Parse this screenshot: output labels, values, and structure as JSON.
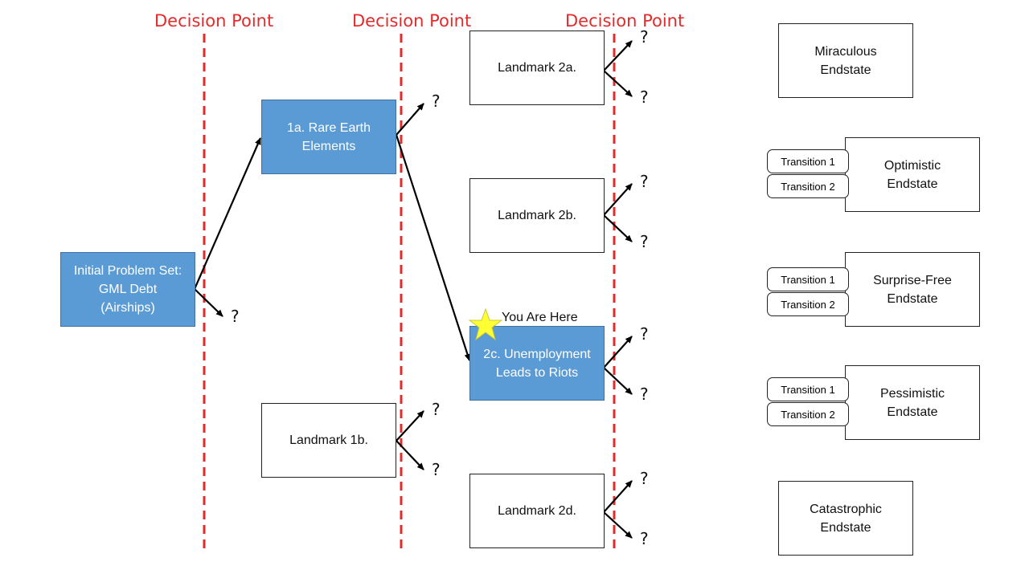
{
  "decision_points": [
    "Decision Point",
    "Decision Point",
    "Decision Point"
  ],
  "nodes": {
    "initial": "Initial Problem Set:\nGML Debt\n(Airships)",
    "l1a": "1a. Rare Earth\nElements",
    "l1b": "Landmark 1b.",
    "l2a": "Landmark 2a.",
    "l2b": "Landmark 2b.",
    "l2c": "2c. Unemployment\nLeads to Riots",
    "l2d": "Landmark 2d."
  },
  "you_are_here": "You Are Here",
  "unknown_marker": "?",
  "endstates": {
    "miraculous": "Miraculous\nEndstate",
    "optimistic": "Optimistic\nEndstate",
    "surprise_free": "Surprise-Free\nEndstate",
    "pessimistic": "Pessimistic\nEndstate",
    "catastrophic": "Catastrophic\nEndstate"
  },
  "transitions": [
    "Transition 1",
    "Transition 2"
  ],
  "colors": {
    "decision_line": "#e32b2b",
    "highlight_fill": "#5b9bd5",
    "star": "#ffff33"
  }
}
